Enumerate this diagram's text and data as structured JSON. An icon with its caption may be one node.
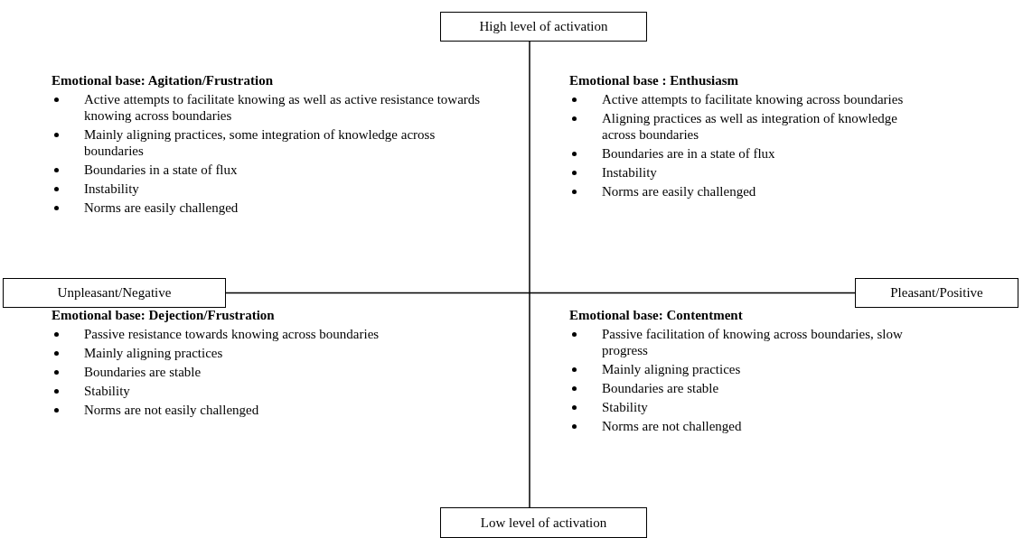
{
  "diagram": {
    "nodes": [
      {
        "text": [
          "High level of activation"
        ]
      },
      {
        "text": [
          "Unpleasant/Negative"
        ]
      },
      {
        "text": [
          "Pleasant/Positive"
        ]
      },
      {
        "text": [
          "Low level of activation"
        ]
      }
    ],
    "edges": [
      {
        "from": 0,
        "to": 3,
        "arrow": "none"
      },
      {
        "from": 1,
        "to": 2,
        "arrow": "none"
      }
    ],
    "labels": [
      "Emotional base: Agitation/Frustration",
      "Active attempts to facilitate knowing as well as active resistance towards knowing across boundaries",
      "Mainly aligning practices, some integration of knowledge across boundaries",
      "Boundaries in a state of flux",
      "Instability",
      "Norms are easily challenged",
      "Emotional base : Enthusiasm",
      "Active attempts to facilitate knowing across boundaries",
      "Aligning practices as well as integration of knowledge across boundaries",
      "Boundaries are in a state of flux",
      "Instability",
      "Norms are easily challenged",
      "Emotional base: Dejection/Frustration",
      "Passive resistance towards knowing across boundaries",
      "Mainly aligning practices",
      "Boundaries are stable",
      "Stability",
      "Norms are not easily challenged",
      "Emotional base: Contentment",
      "Passive facilitation of knowing across boundaries, slow progress",
      "Mainly aligning practices",
      "Boundaries are stable",
      "Stability",
      "Norms are not challenged"
    ]
  }
}
